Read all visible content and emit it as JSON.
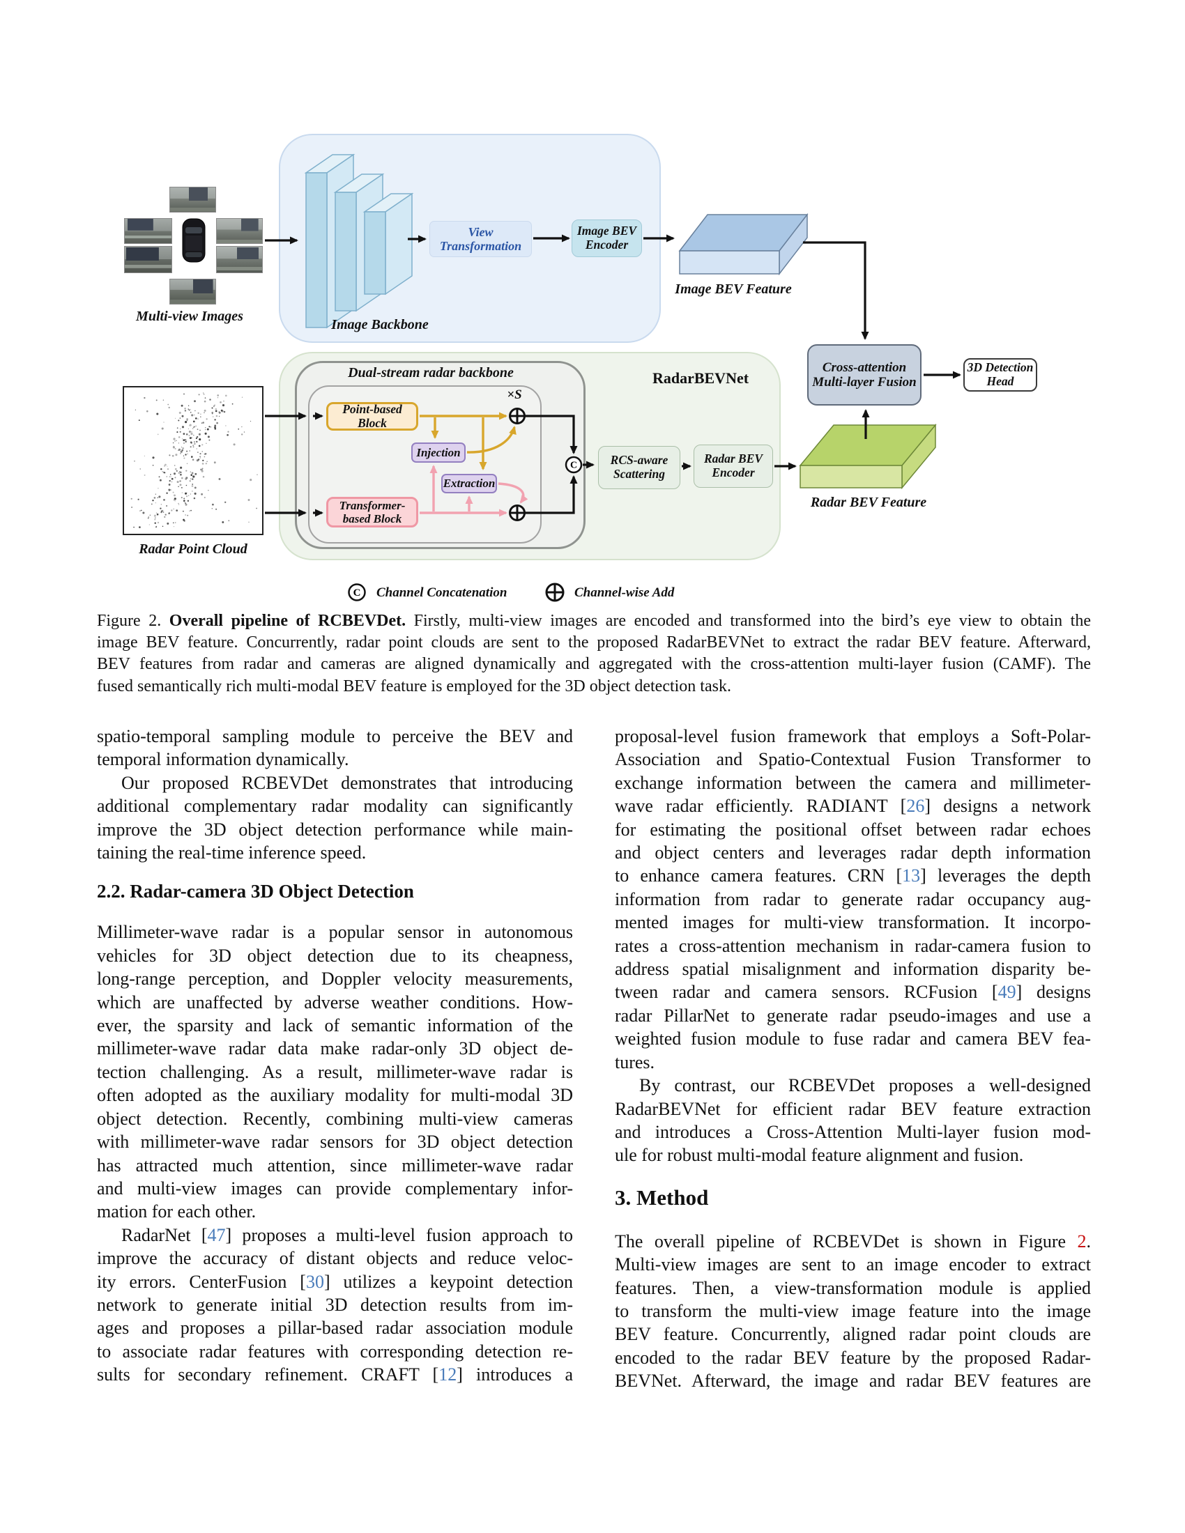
{
  "colors": {
    "cite_link": "#4a7cba",
    "figure_ref": "#c81414",
    "vt_text": "#2a55a5",
    "image_container_fill": "#e9f1fa",
    "radar_container_fill": "#eff4ec",
    "point_block_border": "#d8a62c",
    "transformer_block_border": "#ef97a4",
    "injection_border": "#937fc0",
    "camf_fill": "#c8d2df",
    "image_slab_top": "#aac7e5",
    "radar_slab_top": "#b7d36a"
  },
  "figure": {
    "multiview_images": "Multi-view Images",
    "image_backbone": "Image Backbone",
    "view_transformation": "View Transformation",
    "image_bev_encoder_l1": "Image BEV",
    "image_bev_encoder_l2": "Encoder",
    "image_bev_feature": "Image BEV Feature",
    "camf_l1": "Cross-attention",
    "camf_l2": "Multi-layer Fusion",
    "det_head_l1": "3D Detection",
    "det_head_l2": "Head",
    "radarbevnet": "RadarBEVNet",
    "dual_stream": "Dual-stream radar backbone",
    "point_block": "Point-based Block",
    "injection": "Injection",
    "extraction": "Extraction",
    "transformer_l1": "Transformer-",
    "transformer_l2": "based Block",
    "repeat_label": "×S",
    "rcs_l1": "RCS-aware",
    "rcs_l2": "Scattering",
    "radar_bev_encoder_l1": "Radar BEV",
    "radar_bev_encoder_l2": "Encoder",
    "radar_bev_feature": "Radar BEV Feature",
    "radar_point_cloud": "Radar Point Cloud",
    "legend_concat_symbol": "C",
    "legend_concat": "Channel Concatenation",
    "legend_add": "Channel-wise Add"
  },
  "caption": {
    "lines": [
      [
        "Figure 2. ",
        {
          "t": "Overall pipeline of RCBEVDet.",
          "c": "b"
        },
        " Firstly, multi-view images are encoded and transformed into the bird’s eye view to obtain the"
      ],
      [
        "image BEV feature. Concurrently, radar point clouds are sent to the proposed RadarBEVNet to extract the radar BEV feature. Afterward,"
      ],
      [
        "BEV features from radar and cameras are aligned dynamically and aggregated with the cross-attention multi-layer fusion (CAMF). The"
      ],
      [
        "fused semantically rich multi-modal BEV feature is employed for the 3D object detection task."
      ]
    ]
  },
  "columns": {
    "left": [
      {
        "type": "p",
        "lines": [
          [
            "spatio-temporal sampling module to perceive the BEV and"
          ],
          [
            "temporal information dynamically."
          ]
        ]
      },
      {
        "type": "p",
        "indent": true,
        "lines": [
          [
            "Our proposed RCBEVDet demonstrates that introducing"
          ],
          [
            "additional complementary radar modality can significantly"
          ],
          [
            "improve the 3D object detection performance while main-"
          ],
          [
            "taining the real-time inference speed."
          ]
        ]
      },
      {
        "type": "h2a",
        "text": "2.2. Radar-camera 3D Object Detection"
      },
      {
        "type": "p",
        "lines": [
          [
            "Millimeter-wave radar is a popular sensor in autonomous"
          ],
          [
            "vehicles for 3D object detection due to its cheapness,"
          ],
          [
            "long-range perception, and Doppler velocity measurements,"
          ],
          [
            "which are unaffected by adverse weather conditions. How-"
          ],
          [
            "ever, the sparsity and lack of semantic information of the"
          ],
          [
            "millimeter-wave radar data make radar-only 3D object de-"
          ],
          [
            "tection challenging. As a result, millimeter-wave radar is"
          ],
          [
            "often adopted as the auxiliary modality for multi-modal 3D"
          ],
          [
            "object detection. Recently, combining multi-view cameras"
          ],
          [
            "with millimeter-wave radar sensors for 3D object detection"
          ],
          [
            "has attracted much attention, since millimeter-wave radar"
          ],
          [
            "and multi-view images can provide complementary infor-"
          ],
          [
            "mation for each other."
          ]
        ]
      },
      {
        "type": "p",
        "indent": true,
        "cont": true,
        "lines": [
          [
            "RadarNet [",
            {
              "t": "47",
              "c": "cite"
            },
            "] proposes a multi-level fusion approach to"
          ],
          [
            "improve the accuracy of distant objects and reduce veloc-"
          ],
          [
            "ity errors. CenterFusion [",
            {
              "t": "30",
              "c": "cite"
            },
            "] utilizes a keypoint detection"
          ],
          [
            "network to generate initial 3D detection results from im-"
          ],
          [
            "ages and proposes a pillar-based radar association module"
          ],
          [
            "to associate radar features with corresponding detection re-"
          ],
          [
            "sults for secondary refinement. CRAFT [",
            {
              "t": "12",
              "c": "cite"
            },
            "] introduces a"
          ]
        ]
      }
    ],
    "right": [
      {
        "type": "p",
        "lines": [
          [
            "proposal-level fusion framework that employs a Soft-Polar-"
          ],
          [
            "Association and Spatio-Contextual Fusion Transformer to"
          ],
          [
            "exchange information between the camera and millimeter-"
          ],
          [
            "wave radar efficiently. RADIANT [",
            {
              "t": "26",
              "c": "cite"
            },
            "] designs a network"
          ],
          [
            "for estimating the positional offset between radar echoes"
          ],
          [
            "and object centers and leverages radar depth information"
          ],
          [
            "to enhance camera features. CRN [",
            {
              "t": "13",
              "c": "cite"
            },
            "] leverages the depth"
          ],
          [
            "information from radar to generate radar occupancy aug-"
          ],
          [
            "mented images for multi-view transformation. It incorpo-"
          ],
          [
            "rates a cross-attention mechanism in radar-camera fusion to"
          ],
          [
            "address spatial misalignment and information disparity be-"
          ],
          [
            "tween radar and camera sensors. RCFusion [",
            {
              "t": "49",
              "c": "cite"
            },
            "] designs"
          ],
          [
            "radar PillarNet to generate radar pseudo-images and use a"
          ],
          [
            "weighted fusion module to fuse radar and camera BEV fea-"
          ],
          [
            "tures."
          ]
        ]
      },
      {
        "type": "p",
        "indent": true,
        "lines": [
          [
            "By contrast, our RCBEVDet proposes a well-designed"
          ],
          [
            "RadarBEVNet for efficient radar BEV feature extraction"
          ],
          [
            "and introduces a Cross-Attention Multi-layer fusion mod-"
          ],
          [
            "ule for robust multi-modal feature alignment and fusion."
          ]
        ]
      },
      {
        "type": "h2b",
        "text": "3. Method"
      },
      {
        "type": "p",
        "cont": true,
        "lines": [
          [
            "The overall pipeline of RCBEVDet is shown in Figure ",
            {
              "t": "2",
              "c": "figref"
            },
            "."
          ],
          [
            "Multi-view images are sent to an image encoder to extract"
          ],
          [
            "features. Then, a view-transformation module is applied"
          ],
          [
            "to transform the multi-view image feature into the image"
          ],
          [
            "BEV feature. Concurrently, aligned radar point clouds are"
          ],
          [
            "encoded to the radar BEV feature by the proposed Radar-"
          ],
          [
            "BEVNet. Afterward, the image and radar BEV features are"
          ]
        ]
      }
    ]
  }
}
